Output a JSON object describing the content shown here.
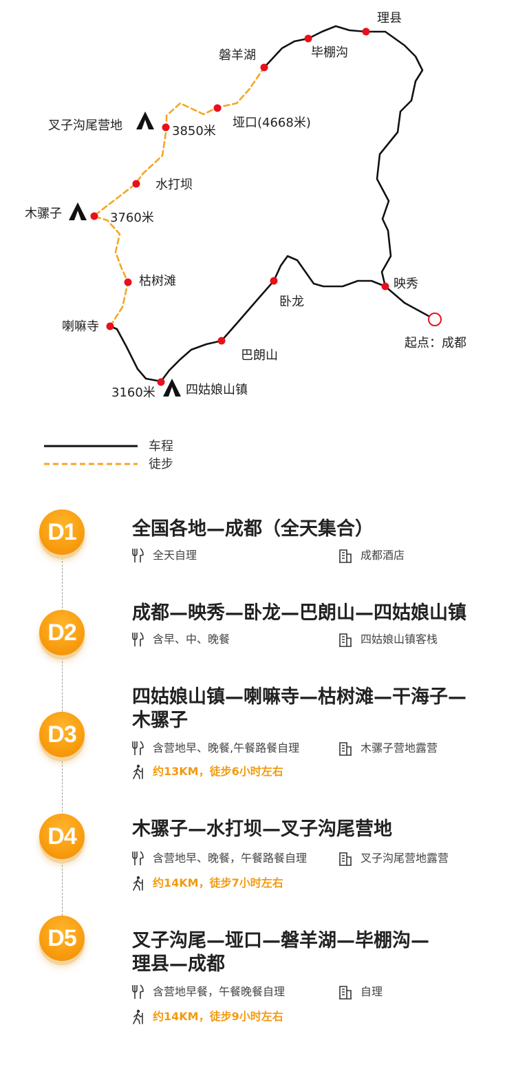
{
  "map": {
    "labels": {
      "lixian": "理县",
      "bipenggou": "毕棚沟",
      "panyanghu": "磐羊湖",
      "yakou": "垭口(4668米)",
      "chazigou": "叉子沟尾营地",
      "chazigou_alt": "3850米",
      "shuidaba": "水打坝",
      "muluozi": "木骡子",
      "muluozi_alt": "3760米",
      "kushutan": "枯树滩",
      "lamasi": "喇嘛寺",
      "siguniang_alt": "3160米",
      "siguniang": "四姑娘山镇",
      "balangshan": "巴朗山",
      "wolong": "卧龙",
      "yingxiu": "映秀",
      "start": "起点：成都"
    },
    "colors": {
      "drive": "#111111",
      "hike": "#f5a623",
      "point": "#e8101a"
    }
  },
  "legend": {
    "drive": "车程",
    "hike": "徒步"
  },
  "days": [
    {
      "badge": "D1",
      "title": "全国各地—成都（全天集合）",
      "meals": "全天自理",
      "stay": "成都酒店",
      "hike": ""
    },
    {
      "badge": "D2",
      "title": "成都—映秀—卧龙—巴朗山—四姑娘山镇",
      "meals": "含早、中、晚餐",
      "stay": "四姑娘山镇客栈",
      "hike": ""
    },
    {
      "badge": "D3",
      "title": "四姑娘山镇—喇嘛寺—枯树滩—干海子—木骡子",
      "meals": "含营地早、晚餐,午餐路餐自理",
      "stay": "木骡子营地露营",
      "hike": "约13KM，徒步6小时左右"
    },
    {
      "badge": "D4",
      "title": "木骡子—水打坝—叉子沟尾营地",
      "meals": "含营地早、晚餐，午餐路餐自理",
      "stay": "叉子沟尾营地露营",
      "hike": "约14KM，徒步7小时左右"
    },
    {
      "badge": "D5",
      "title": "叉子沟尾—垭口—磐羊湖—毕棚沟—理县—成都",
      "meals": "含营地早餐，午餐晚餐自理",
      "stay": "自理",
      "hike": "约14KM，徒步9小时左右"
    }
  ]
}
